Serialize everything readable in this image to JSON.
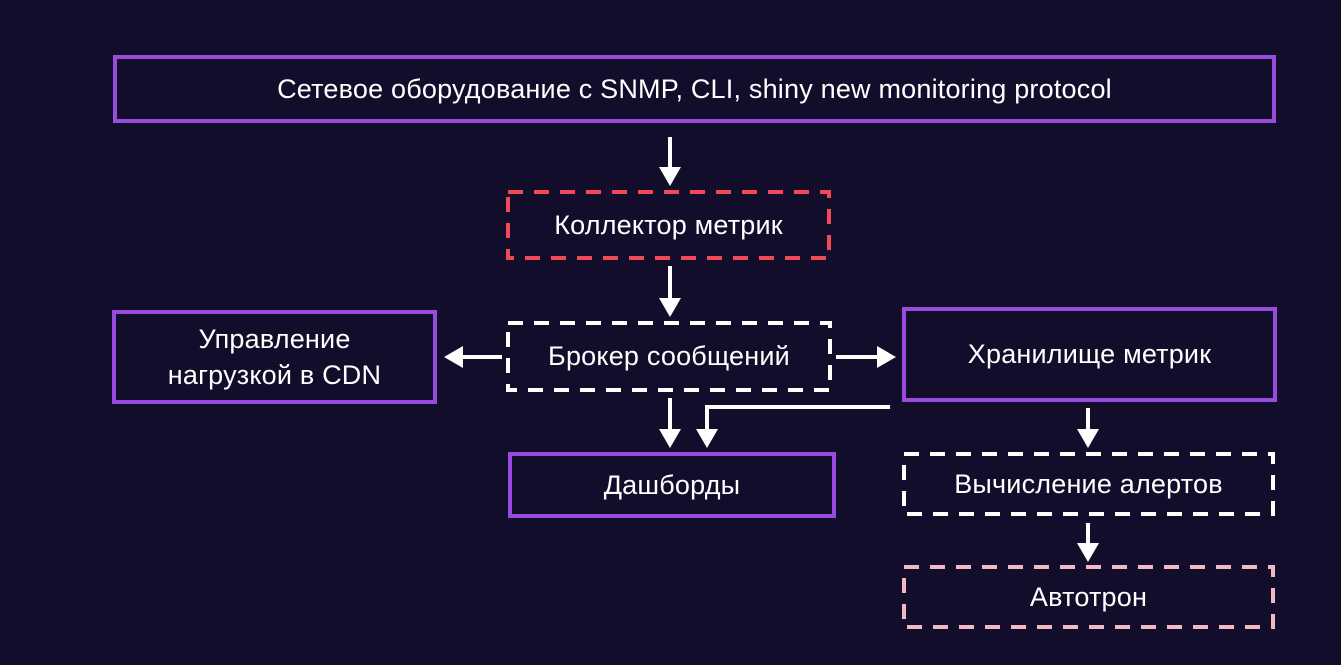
{
  "diagram": {
    "description": "Monitoring architecture flowchart",
    "colors": {
      "background": "#120d2b",
      "accent_purple": "#9a4bdf",
      "accent_red": "#f3485a",
      "accent_pink": "#f2b8c4",
      "line_white": "#ffffff",
      "text": "#ffffff"
    },
    "nodes": [
      {
        "id": "network-equipment",
        "label": "Сетевое оборудование с SNMP, CLI, shiny new monitoring protocol",
        "border_style": "solid",
        "border_color": "#9a4bdf"
      },
      {
        "id": "metrics-collector",
        "label": "Коллектор метрик",
        "border_style": "dashed",
        "border_color": "#f3485a"
      },
      {
        "id": "message-broker",
        "label": "Брокер сообщений",
        "border_style": "dashed",
        "border_color": "#ffffff"
      },
      {
        "id": "cdn-load-management",
        "label": "Управление\nнагрузкой в CDN",
        "border_style": "solid",
        "border_color": "#9a4bdf"
      },
      {
        "id": "metrics-storage",
        "label": "Хранилище метрик",
        "border_style": "solid",
        "border_color": "#9a4bdf"
      },
      {
        "id": "dashboards",
        "label": "Дашборды",
        "border_style": "solid",
        "border_color": "#9a4bdf"
      },
      {
        "id": "alert-computation",
        "label": "Вычисление алертов",
        "border_style": "dashed",
        "border_color": "#ffffff"
      },
      {
        "id": "autotron",
        "label": "Автотрон",
        "border_style": "dashed",
        "border_color": "#f2b8c4"
      }
    ],
    "edges": [
      {
        "from": "network-equipment",
        "to": "metrics-collector"
      },
      {
        "from": "metrics-collector",
        "to": "message-broker"
      },
      {
        "from": "message-broker",
        "to": "cdn-load-management"
      },
      {
        "from": "message-broker",
        "to": "metrics-storage"
      },
      {
        "from": "message-broker",
        "to": "dashboards"
      },
      {
        "from": "metrics-storage",
        "to": "dashboards"
      },
      {
        "from": "metrics-storage",
        "to": "alert-computation"
      },
      {
        "from": "alert-computation",
        "to": "autotron"
      }
    ]
  }
}
